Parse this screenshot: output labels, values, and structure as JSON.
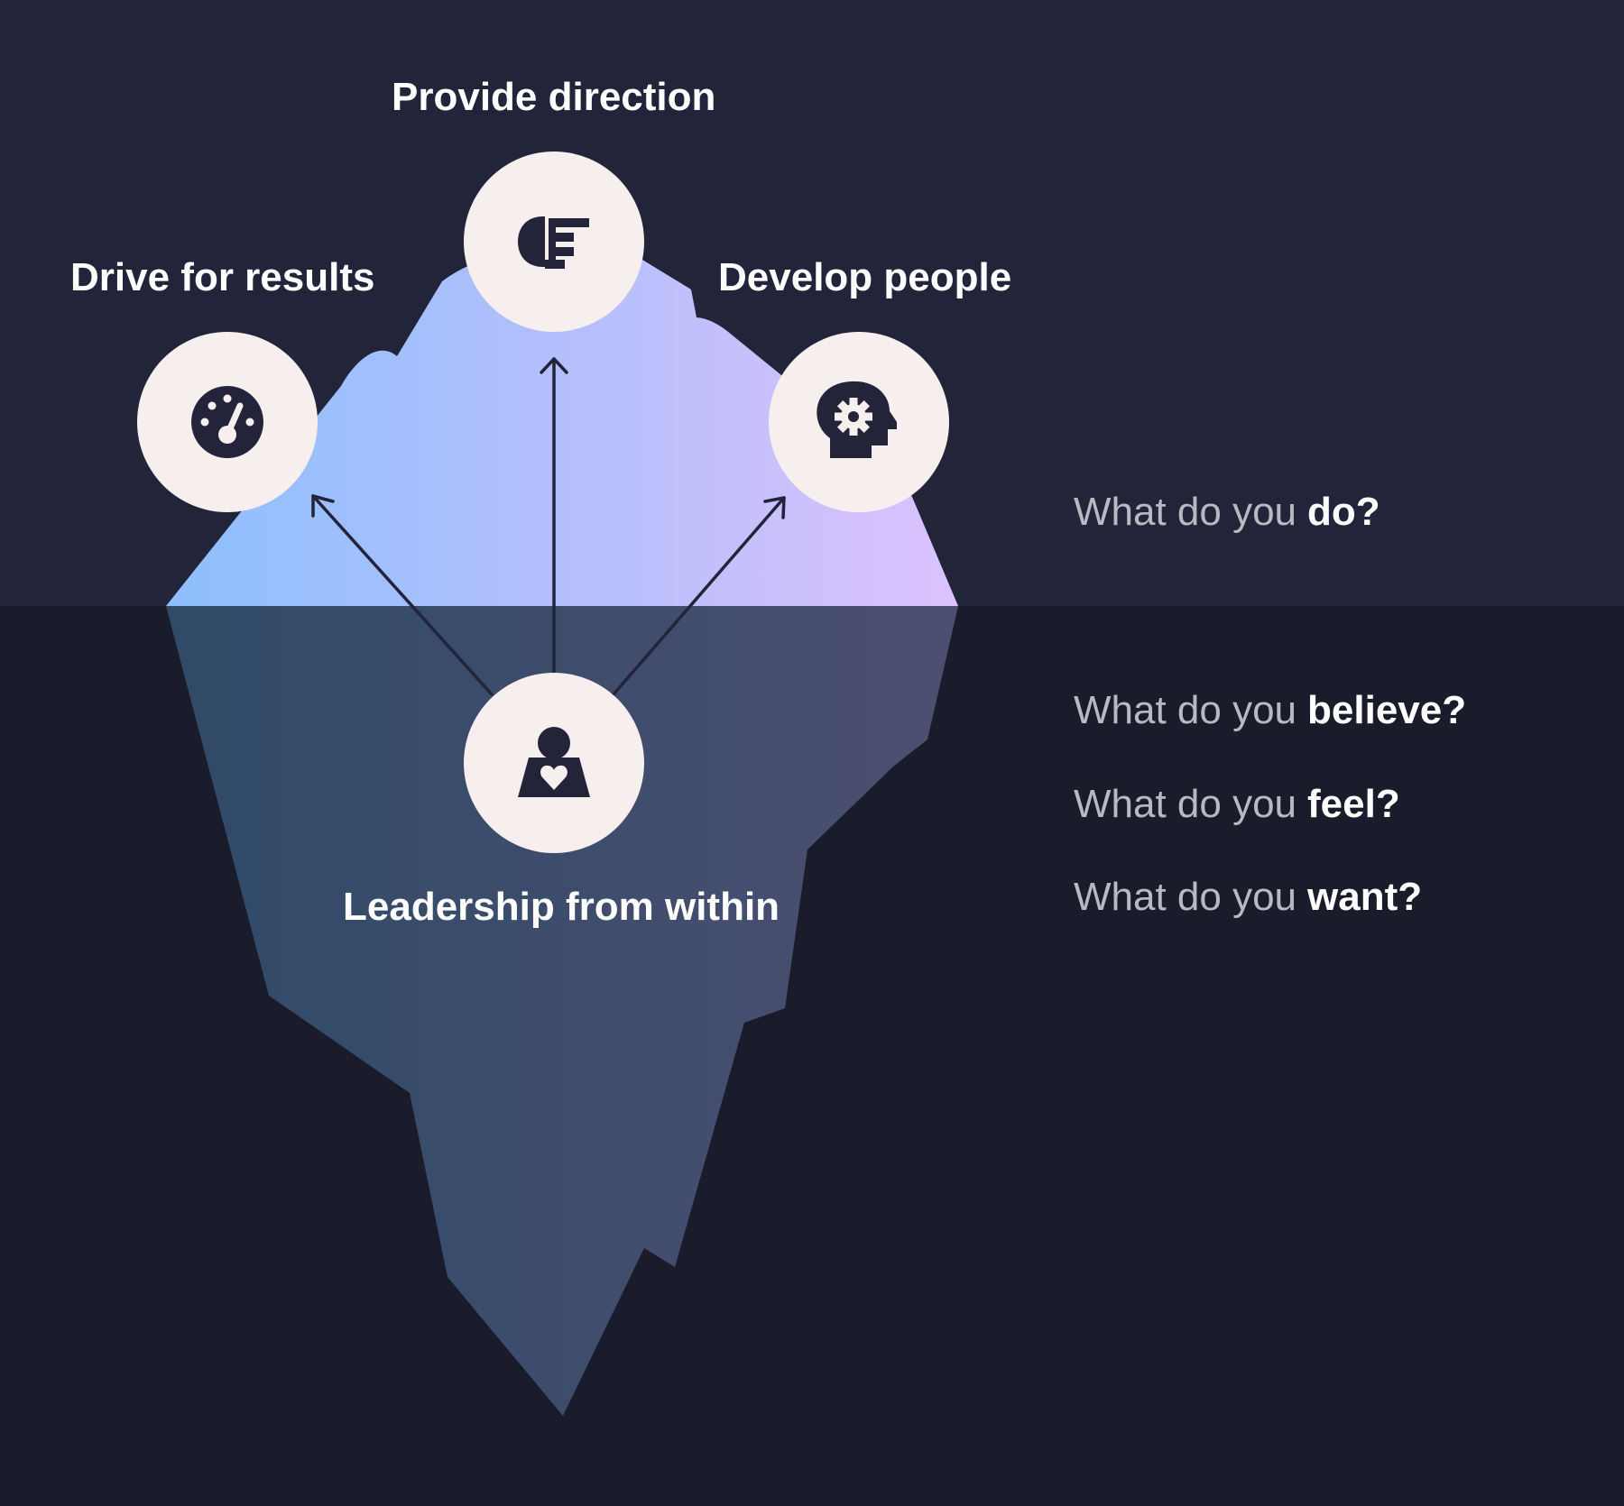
{
  "colors": {
    "sky": "#22253a",
    "water": "#1b1c2b",
    "circle": "#f7eeee",
    "icon": "#23243a",
    "ice_above_left": "#8dbffe",
    "ice_above_mid": "#b3bffc",
    "ice_above_right": "#dcc2fd",
    "ice_below_left": "#2f4a68",
    "ice_below_right": "#4d4f70"
  },
  "nodes": {
    "drive": {
      "label": "Drive for results",
      "icon": "speedometer-icon"
    },
    "direction": {
      "label": "Provide direction",
      "icon": "direction-signpost-icon"
    },
    "develop": {
      "label": "Develop people",
      "icon": "head-gear-icon"
    },
    "within": {
      "label": "Leadership from within",
      "icon": "person-heart-icon"
    }
  },
  "questions": [
    {
      "lead": "What do you",
      "emph": "do?"
    },
    {
      "lead": "What do you",
      "emph": "believe?"
    },
    {
      "lead": "What do you",
      "emph": "feel?"
    },
    {
      "lead": "What do you",
      "emph": "want?"
    }
  ]
}
